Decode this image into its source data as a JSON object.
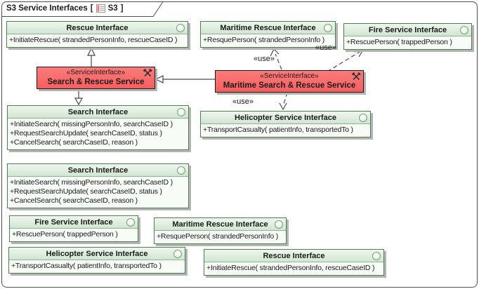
{
  "frame": {
    "title": "S3 Service Interfaces",
    "bracket_open": "[",
    "abbreviation": "S3",
    "bracket_close": "]"
  },
  "labels": {
    "use": "«use»"
  },
  "services": [
    {
      "stereotype": "«ServiceInterface»",
      "name": "Search & Rescue Service"
    },
    {
      "stereotype": "«ServiceInterface»",
      "name": "Maritime Search & Rescue Service"
    }
  ],
  "interfaces": [
    {
      "title": "Rescue Interface",
      "ops": [
        "+InitiateRescue( strandedPersonInfo, rescueCaseID )"
      ]
    },
    {
      "title": "Maritime Rescue Interface",
      "ops": [
        "+ResquePerson( strandedPersonInfo )"
      ]
    },
    {
      "title": "Fire Service Interface",
      "ops": [
        "+RescuePerson( trappedPerson )"
      ]
    },
    {
      "title": "Search Interface",
      "ops": [
        "+InitiateSearch( missingPersonInfo, searchCaseID )",
        "+RequestSearchUpdate( searchCaseID, status )",
        "+CancelSearch( searchCaseID, reason )"
      ]
    },
    {
      "title": "Helicopter Service Interface",
      "ops": [
        "+TransportCasualty( patientInfo, transportedTo )"
      ]
    },
    {
      "title": "Search Interface",
      "ops": [
        "+InitiateSearch( missingPersonInfo, searchCaseID )",
        "+RequestSearchUpdate( searchCaseID, status )",
        "+CancelSearch( searchCaseID, reason )"
      ]
    },
    {
      "title": "Fire Service Interface",
      "ops": [
        "+RescuePerson( trappedPerson )"
      ]
    },
    {
      "title": "Maritime Rescue Interface",
      "ops": [
        "+ResquePerson( strandedPersonInfo )"
      ]
    },
    {
      "title": "Helicopter Service Interface",
      "ops": [
        "+TransportCasualty( patientInfo, transportedTo )"
      ]
    },
    {
      "title": "Rescue Interface",
      "ops": [
        "+InitiateRescue( strandedPersonInfo, rescueCaseID )"
      ]
    }
  ],
  "colors": {
    "iface_border": "#4f7f4f",
    "svc_top": "#fb7b7b",
    "svc_bot": "#f75e5e",
    "shadow": "#b4b4b4",
    "line": "#4a4a4a"
  }
}
